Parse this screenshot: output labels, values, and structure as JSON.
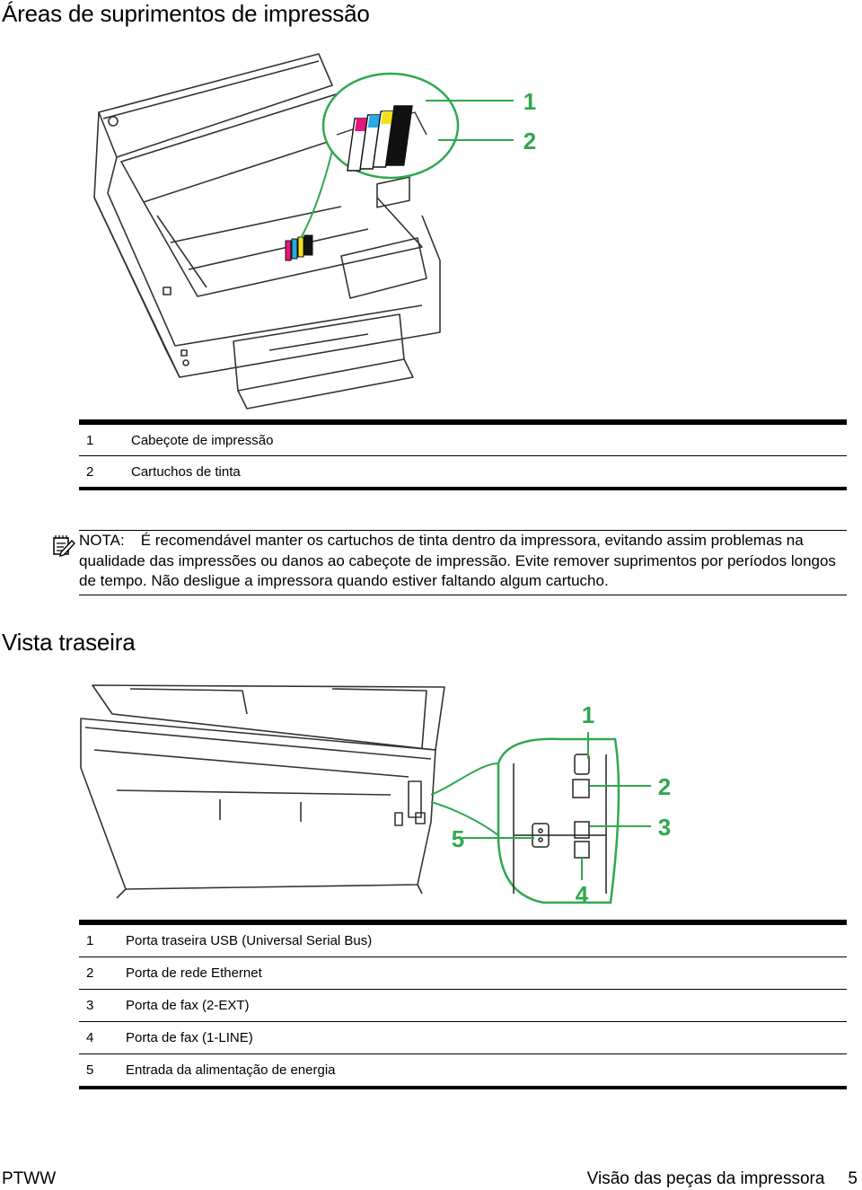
{
  "section_title": "Áreas de suprimentos de impressão",
  "supplies_callouts": [
    "1",
    "2"
  ],
  "supplies_legend": [
    {
      "num": "1",
      "text": "Cabeçote de impressão"
    },
    {
      "num": "2",
      "text": "Cartuchos de tinta"
    }
  ],
  "note": {
    "label": "NOTA:",
    "text": "É recomendável manter os cartuchos de tinta dentro da impressora, evitando assim problemas na qualidade das impressões ou danos ao cabeçote de impressão. Evite remover suprimentos por períodos longos de tempo. Não desligue a impressora quando estiver faltando algum cartucho.",
    "icon": "note-pencil-icon"
  },
  "rear_title": "Vista traseira",
  "rear_callouts": [
    "1",
    "2",
    "3",
    "4",
    "5"
  ],
  "rear_legend": [
    {
      "num": "1",
      "text": "Porta traseira USB (Universal Serial Bus)"
    },
    {
      "num": "2",
      "text": "Porta de rede Ethernet"
    },
    {
      "num": "3",
      "text": "Porta de fax (2-EXT)"
    },
    {
      "num": "4",
      "text": "Porta de fax (1-LINE)"
    },
    {
      "num": "5",
      "text": "Entrada da alimentação de energia"
    }
  ],
  "footer": {
    "left": "PTWW",
    "section": "Visão das peças da impressora",
    "page": "5"
  },
  "colors": {
    "callout_green": "#2fa84f",
    "cyan": "#27a9e1",
    "magenta": "#e4157f",
    "yellow": "#f4e11a",
    "black": "#111111"
  }
}
